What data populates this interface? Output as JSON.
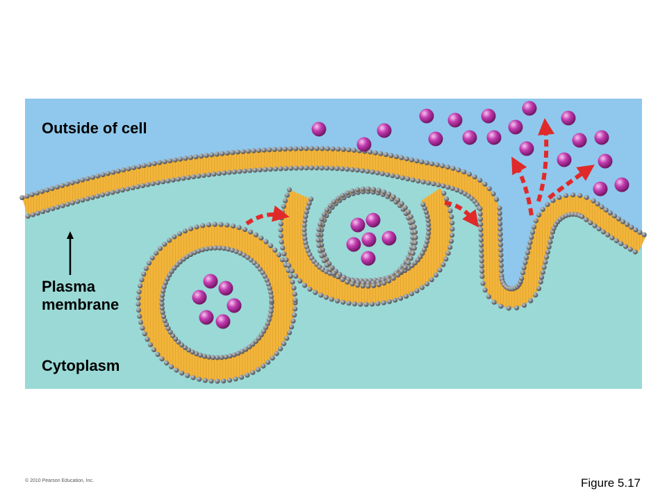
{
  "labels": {
    "outside": "Outside of cell",
    "plasma_membrane": "Plasma\nmembrane",
    "cytoplasm": "Cytoplasm"
  },
  "footer": {
    "copyright": "© 2010 Pearson Education, Inc.",
    "figure": "Figure 5.17"
  },
  "colors": {
    "outside": "#8fc8ec",
    "cytoplasm": "#9ad9d6",
    "membrane": "#f2b53c",
    "tail": "#e7a52a",
    "head": "#7b7f85",
    "molecule": "#c23bb0",
    "arrow": "#e02a2a"
  }
}
